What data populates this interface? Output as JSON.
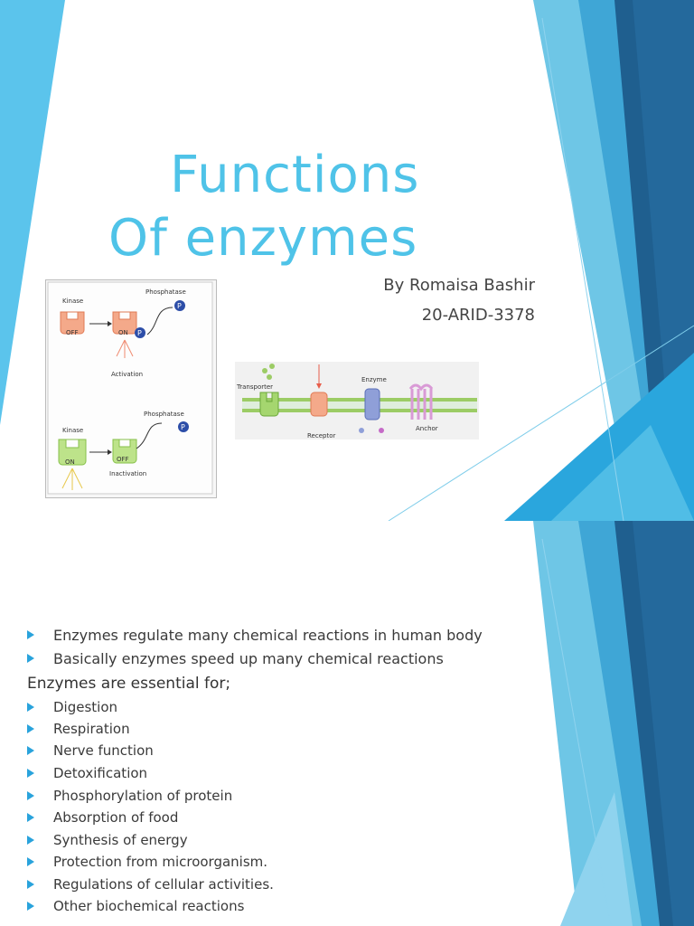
{
  "slide1": {
    "title_line1": "Functions",
    "title_line2": "Of enzymes",
    "author": "By Romaisa Bashir",
    "reg_no": "20-ARID-3378",
    "figure_left": {
      "top_kinase": "Kinase",
      "top_phosphatase": "Phosphatase",
      "top_off": "OFF",
      "top_on": "ON",
      "top_p": "P",
      "top_caption": "Activation",
      "bottom_kinase": "Kinase",
      "bottom_phosphatase": "Phosphatase",
      "bottom_on": "ON",
      "bottom_off": "OFF",
      "bottom_p": "P",
      "bottom_caption": "Inactivation"
    },
    "figure_right": {
      "transporter": "Transporter",
      "enzyme": "Enzyme",
      "receptor": "Receptor",
      "anchor": "Anchor"
    }
  },
  "slide2": {
    "intro_bullets": [
      "Enzymes regulate many chemical reactions in human body",
      "Basically enzymes speed up many chemical reactions"
    ],
    "heading": "Enzymes are essential for;",
    "items": [
      "Digestion",
      "Respiration",
      "Nerve function",
      "Detoxification",
      "Phosphorylation of protein",
      "Absorption of food",
      "Synthesis of energy",
      "Protection from microorganism.",
      "Regulations of cellular activities.",
      "Other biochemical reactions"
    ]
  },
  "colors": {
    "title": "#4fc3e8",
    "bullet_arrow": "#29a3dc",
    "deco_dark": "#1f5f8f",
    "deco_mid": "#3a9fd0",
    "deco_light": "#8fd3ee"
  }
}
